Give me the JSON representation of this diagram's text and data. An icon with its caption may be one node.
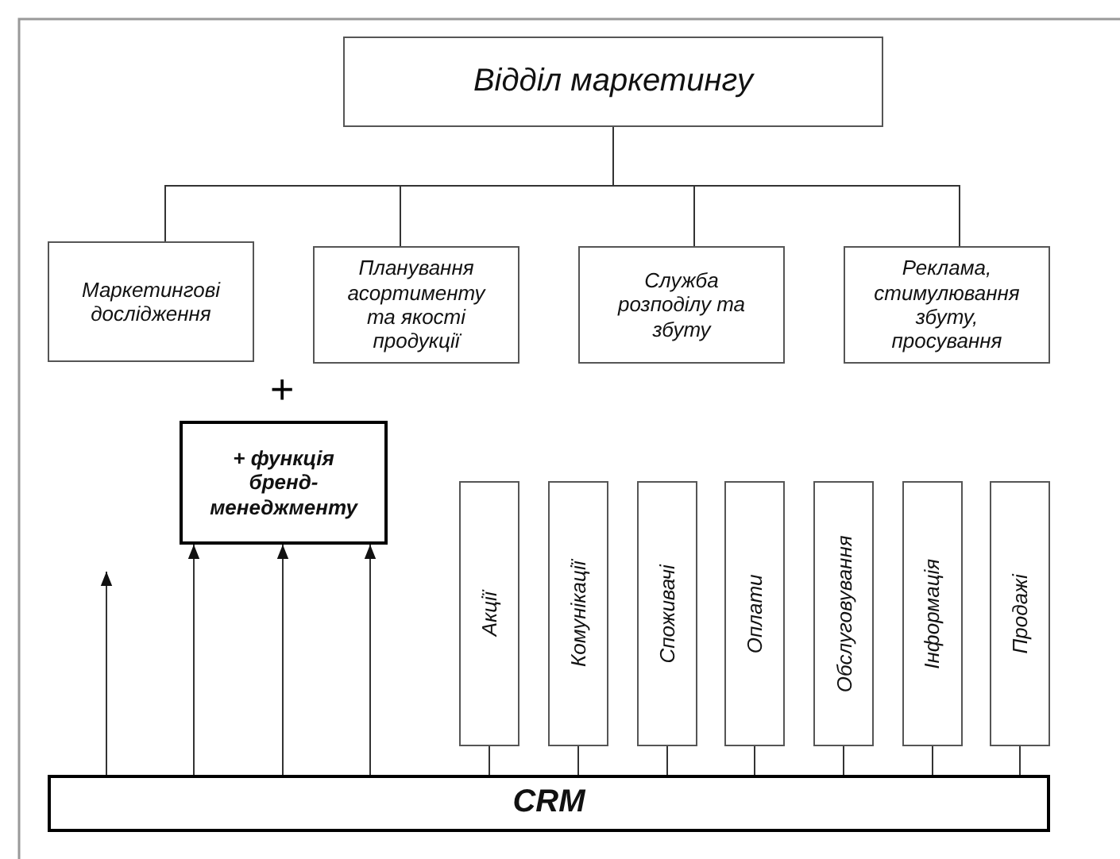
{
  "diagram": {
    "nodes": [
      {
        "text": [
          "Відділ маркетингу"
        ]
      },
      {
        "text": [
          "Маркетингові дослідження"
        ]
      },
      {
        "text": [
          "Планування асортименту та якості продукції"
        ]
      },
      {
        "text": [
          "Служба розподілу та збуту"
        ]
      },
      {
        "text": [
          "Реклама, стимулювання збуту, просування"
        ]
      },
      {
        "text": [
          "+ функція бренд-менеджменту"
        ]
      },
      {
        "text": [
          "Акції"
        ]
      },
      {
        "text": [
          "Комунікації"
        ]
      },
      {
        "text": [
          "Споживачі"
        ]
      },
      {
        "text": [
          "Оплати"
        ]
      },
      {
        "text": [
          "Обслуговування"
        ]
      },
      {
        "text": [
          "Інформація"
        ]
      },
      {
        "text": [
          "Продажі"
        ]
      },
      {
        "text": [
          "CRM"
        ]
      }
    ],
    "edges": [
      {
        "from": 0,
        "to": 1,
        "arrow": "none"
      },
      {
        "from": 0,
        "to": 2,
        "arrow": "none"
      },
      {
        "from": 0,
        "to": 3,
        "arrow": "none"
      },
      {
        "from": 0,
        "to": 4,
        "arrow": "none"
      },
      {
        "from": 6,
        "to": 13,
        "arrow": "none"
      },
      {
        "from": 7,
        "to": 13,
        "arrow": "none"
      },
      {
        "from": 8,
        "to": 13,
        "arrow": "none"
      },
      {
        "from": 9,
        "to": 13,
        "arrow": "none"
      },
      {
        "from": 10,
        "to": 13,
        "arrow": "none"
      },
      {
        "from": 11,
        "to": 13,
        "arrow": "none"
      },
      {
        "from": 12,
        "to": 13,
        "arrow": "none"
      },
      {
        "from": 13,
        "to": null,
        "arrow": "to"
      },
      {
        "from": 13,
        "to": 5,
        "arrow": "to"
      },
      {
        "from": 13,
        "to": 5,
        "arrow": "to"
      },
      {
        "from": 13,
        "to": 5,
        "arrow": "to"
      }
    ],
    "labels": [
      "+"
    ]
  }
}
